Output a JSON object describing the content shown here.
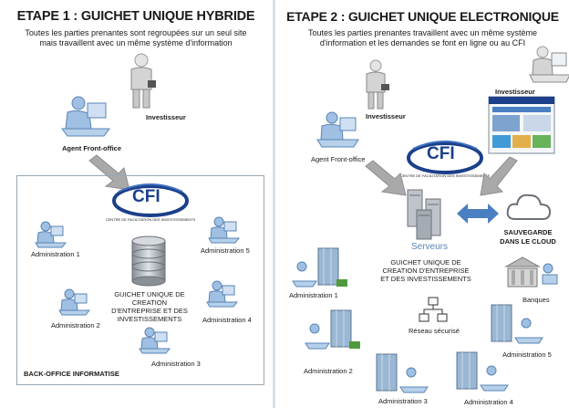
{
  "stage1": {
    "title": "ETAPE 1 : GUICHET UNIQUE HYBRIDE",
    "description": "Toutes les parties prenantes sont regroupées sur un seul site mais travaillent avec un même système d'information",
    "investor_label": "Investisseur",
    "front_office_label": "Agent Front-office",
    "logo_text": "CFI",
    "logo_subtitle": "CENTRE DE FACILITATION DES INVESTISSEMENTS",
    "database_label": "GUICHET UNIQUE DE CREATION D'ENTREPRISE ET DES INVESTISSEMENTS",
    "back_office_label": "BACK-OFFICE INFORMATISE",
    "administrations": [
      "Administration 1",
      "Administration 2",
      "Administration 3",
      "Administration 4",
      "Administration 5"
    ]
  },
  "stage2": {
    "title": "ETAPE 2 : GUICHET UNIQUE ELECTRONIQUE",
    "description": "Toutes les parties prenantes travaillent avec un même système d'information et les demandes se font en ligne ou au CFI",
    "investor_label_left": "Investisseur",
    "investor_label_right": "Investisseur",
    "front_office_label": "Agent Front-office",
    "logo_text": "CFI",
    "logo_subtitle": "CENTRE DE FACILITATION DES INVESTISSEMENTS",
    "servers_label": "Serveurs",
    "cloud_label": "SAUVEGARDE DANS LE CLOUD",
    "guichet_label": "GUICHET UNIQUE DE CREATION D'ENTREPRISE ET DES INVESTISSEMENTS",
    "network_label": "Réseau sécurisé",
    "banks_label": "Banques",
    "administrations": [
      "Administration 1",
      "Administration 2",
      "Administration 3",
      "Administration 4",
      "Administration 5"
    ]
  },
  "colors": {
    "logo_blue": "#1b3f8a",
    "arrow_grey": "#a9a9a9",
    "accent_blue": "#4a7fc1",
    "figure_blue": "#8fb3d9"
  }
}
